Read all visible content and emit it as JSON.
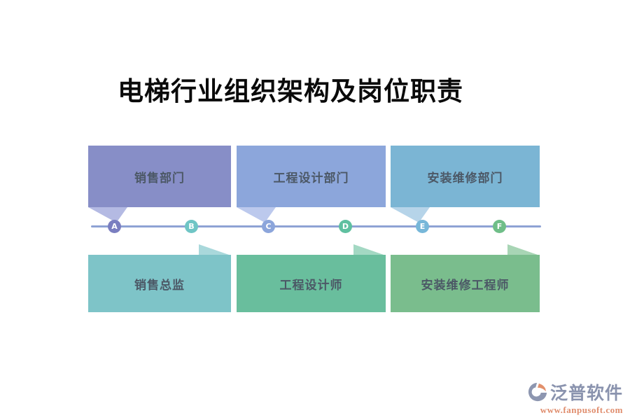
{
  "title": "电梯行业组织架构及岗位职责",
  "diagram": {
    "top_boxes": [
      {
        "label": "销售部门",
        "color": "#878ec7",
        "tail_color": "#b4bae3",
        "marker": "A"
      },
      {
        "label": "工程设计部门",
        "color": "#8ca6db",
        "tail_color": "#bcc9ed",
        "marker": "C"
      },
      {
        "label": "安装维修部门",
        "color": "#7bb5d4",
        "tail_color": "#b6d4e9",
        "marker": "E"
      }
    ],
    "bottom_boxes": [
      {
        "label": "销售总监",
        "color": "#7ec4c8",
        "tail_color": "#a9d8db",
        "marker": "B"
      },
      {
        "label": "工程设计师",
        "color": "#69be9d",
        "tail_color": "#a3d8c3",
        "marker": "D"
      },
      {
        "label": "安装维修工程师",
        "color": "#7abd8d",
        "tail_color": "#a8d5b5",
        "marker": "F"
      }
    ],
    "timeline": {
      "line_color": "#8ea2d4",
      "markers": [
        {
          "label": "A",
          "color": "#7a7ec0"
        },
        {
          "label": "B",
          "color": "#6fc5c5"
        },
        {
          "label": "C",
          "color": "#8ca5db"
        },
        {
          "label": "D",
          "color": "#5fc0a0"
        },
        {
          "label": "E",
          "color": "#77b7d9"
        },
        {
          "label": "F",
          "color": "#6fbe88"
        }
      ]
    }
  },
  "footer": {
    "brand": "泛普软件",
    "website": "www.fanpusoft.com",
    "brand_color": "#8a93ae",
    "website_color": "#e08d6d",
    "logo_gray": "#8d96b0",
    "logo_orange": "#e2906c"
  }
}
